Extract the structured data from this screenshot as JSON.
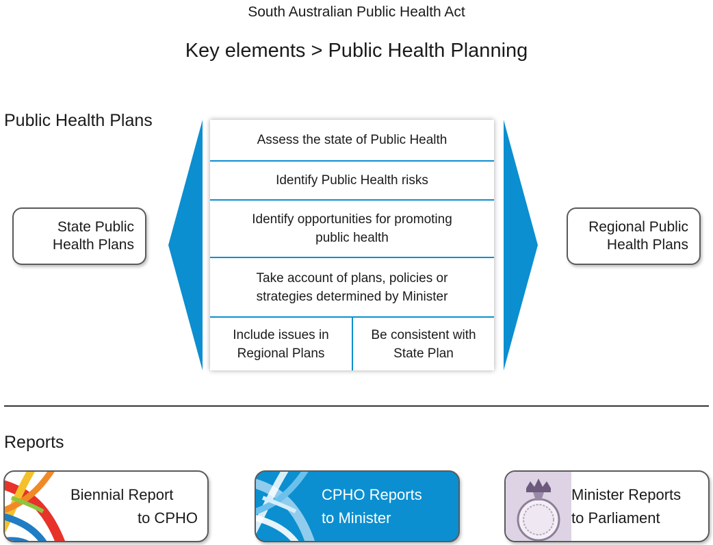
{
  "header": {
    "act_title": "South Australian Public Health Act",
    "heading": "Key elements > Public Health Planning"
  },
  "plans": {
    "section_label": "Public Health Plans",
    "state_box": [
      "State Public",
      "Health Plans"
    ],
    "regional_box": [
      "Regional Public",
      "Health Plans"
    ],
    "requirements": [
      [
        "Assess the state of Public Health"
      ],
      [
        "Identify Public Health risks"
      ],
      [
        "Identify opportunities for promoting",
        "public health"
      ],
      [
        "Take account of plans, policies or",
        "strategies determined by Minister"
      ]
    ],
    "split": {
      "left": [
        "Include issues in",
        "Regional Plans"
      ],
      "right": [
        "Be consistent with",
        "State Plan"
      ]
    }
  },
  "reports": {
    "section_label": "Reports",
    "items": [
      {
        "lines": [
          "Biennial Report",
          "to CPHO"
        ]
      },
      {
        "lines": [
          "CPHO Reports",
          "to Minister"
        ]
      },
      {
        "lines": [
          "Minister Reports",
          "to Parliament"
        ]
      }
    ]
  },
  "colors": {
    "accent_blue": "#0b8fd0",
    "highlight_box": "#0b8fd0",
    "border": "#5a5a5a"
  },
  "icons": [
    "dna-helix-icon",
    "dna-helix-icon",
    "crest-seal-icon"
  ]
}
